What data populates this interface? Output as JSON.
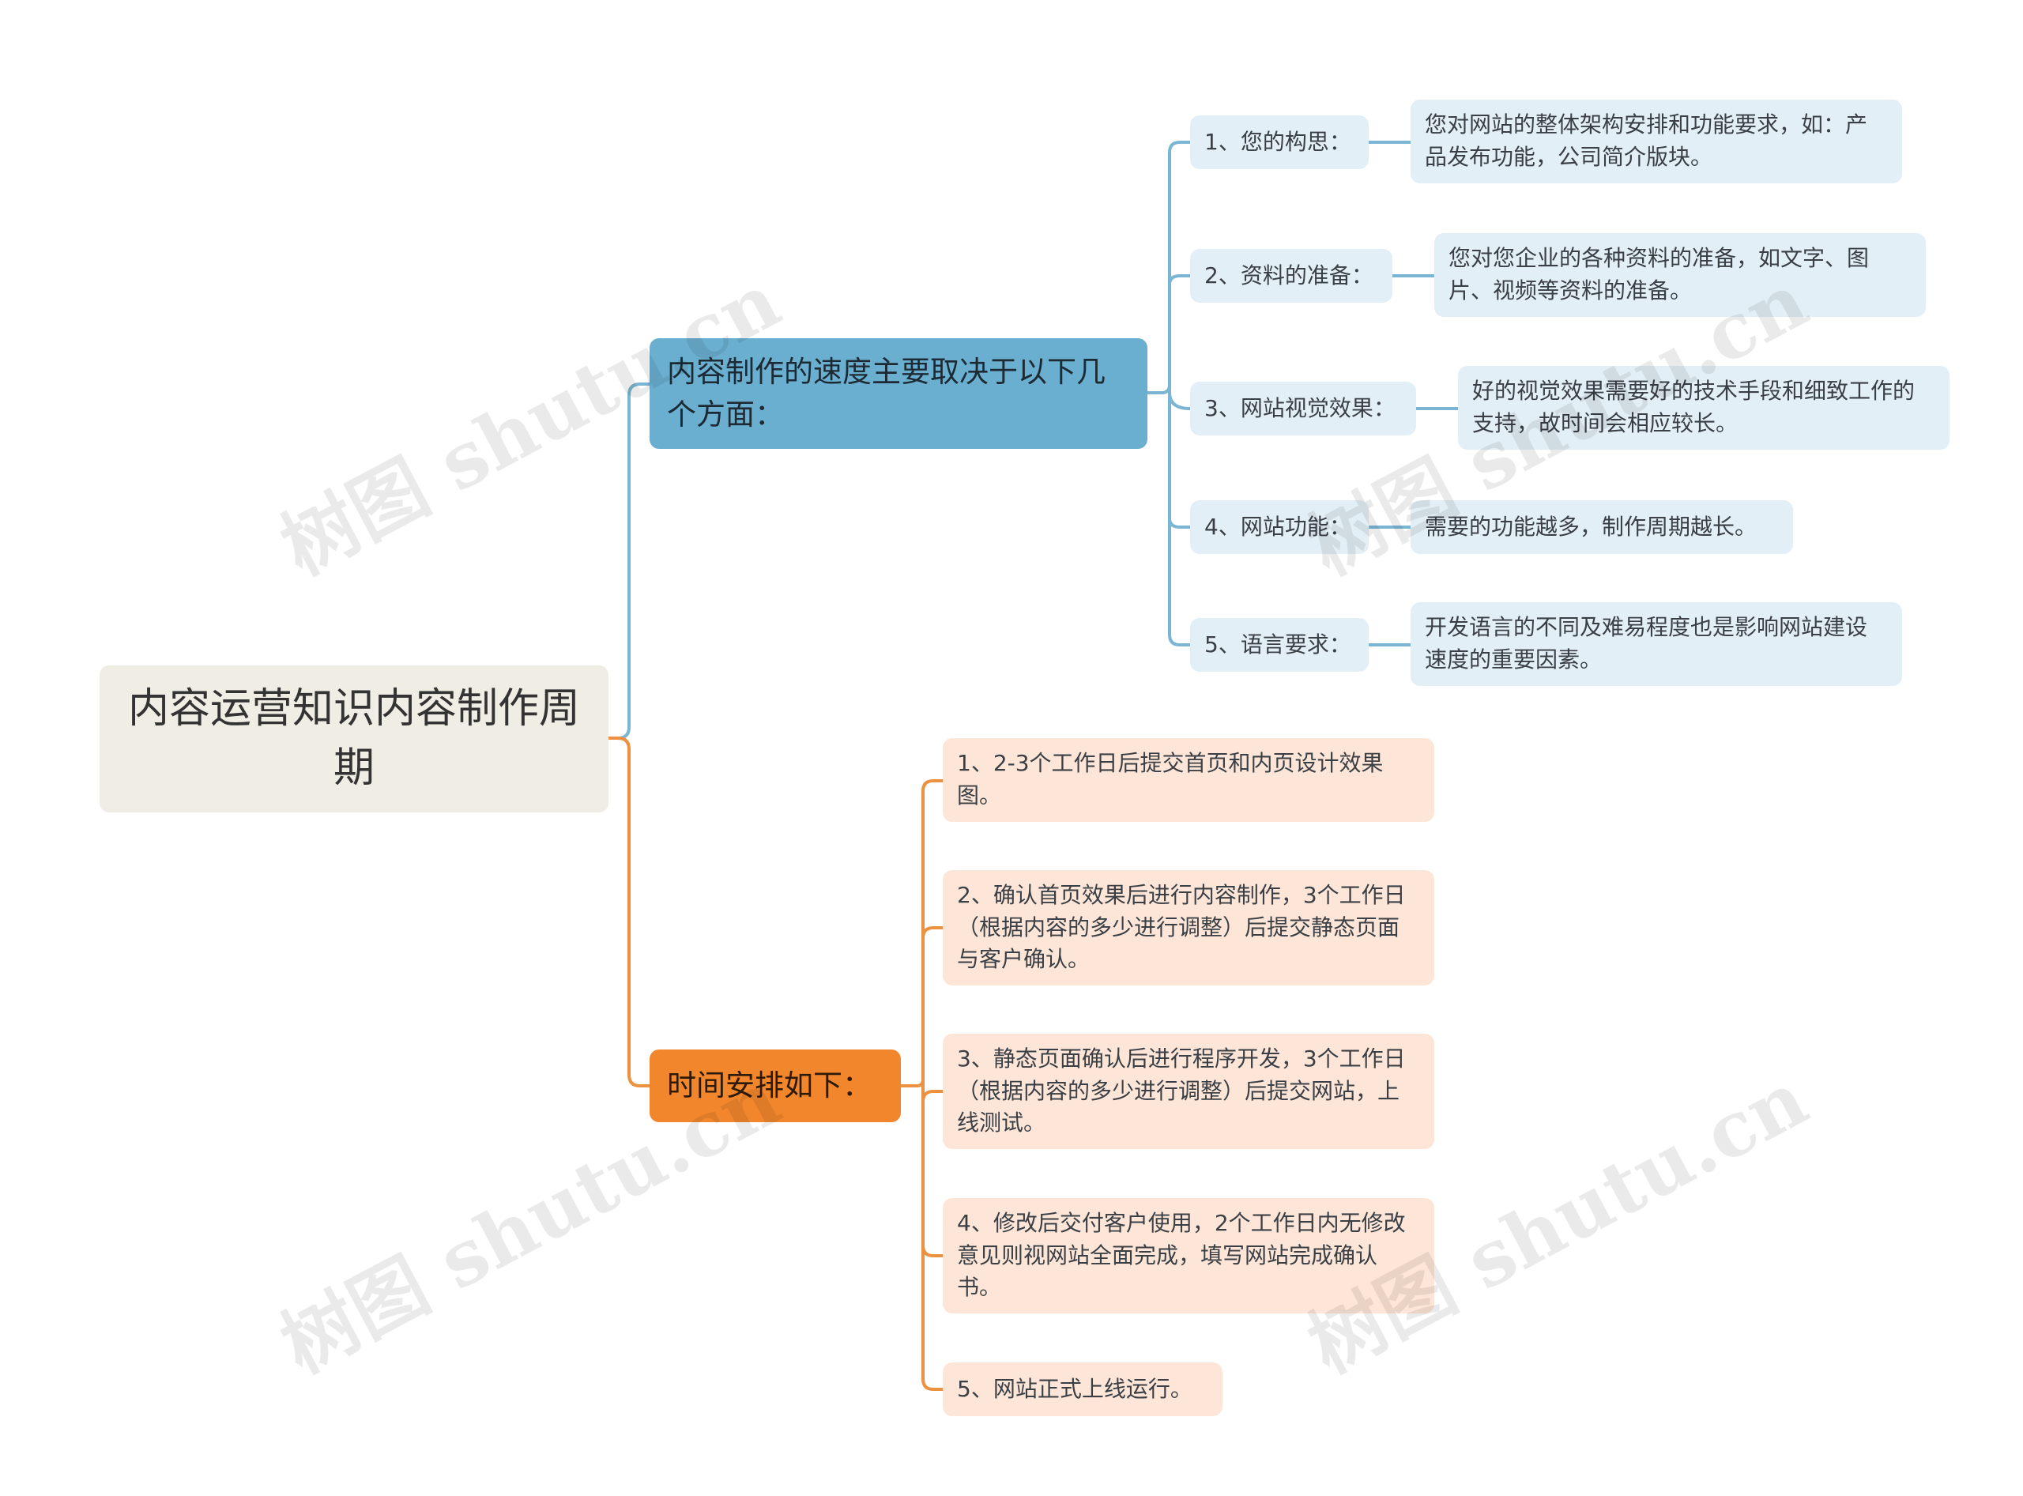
{
  "colors": {
    "blue_branch": "#6aafd0",
    "blue_line": "#7ab5d3",
    "blue_leaf": "#e3eff7",
    "orange_branch": "#f2862d",
    "orange_line": "#eb913f",
    "orange_leaf": "#fde6d7",
    "root": "#efede4"
  },
  "root": {
    "text": "内容运营知识内容制作周期"
  },
  "branches": [
    {
      "text": "内容制作的速度主要取决于以下几个方面：",
      "children": [
        {
          "label": "1、您的构思：",
          "desc": "您对网站的整体架构安排和功能要求，如：产品发布功能，公司简介版块。"
        },
        {
          "label": "2、资料的准备：",
          "desc": "您对您企业的各种资料的准备，如文字、图片、视频等资料的准备。"
        },
        {
          "label": "3、网站视觉效果：",
          "desc": "好的视觉效果需要好的技术手段和细致工作的支持，故时间会相应较长。"
        },
        {
          "label": "4、网站功能：",
          "desc": "需要的功能越多，制作周期越长。"
        },
        {
          "label": "5、语言要求：",
          "desc": "开发语言的不同及难易程度也是影响网站建设速度的重要因素。"
        }
      ]
    },
    {
      "text": "时间安排如下：",
      "children": [
        {
          "text": "1、2-3个工作日后提交首页和内页设计效果图。"
        },
        {
          "text": "2、确认首页效果后进行内容制作，3个工作日（根据内容的多少进行调整）后提交静态页面与客户确认。"
        },
        {
          "text": "3、静态页面确认后进行程序开发，3个工作日（根据内容的多少进行调整）后提交网站，上线测试。"
        },
        {
          "text": "4、修改后交付客户使用，2个工作日内无修改意见则视网站全面完成，填写网站完成确认书。"
        },
        {
          "text": "5、网站正式上线运行。"
        }
      ]
    }
  ],
  "watermark": "树图 shutu.cn"
}
